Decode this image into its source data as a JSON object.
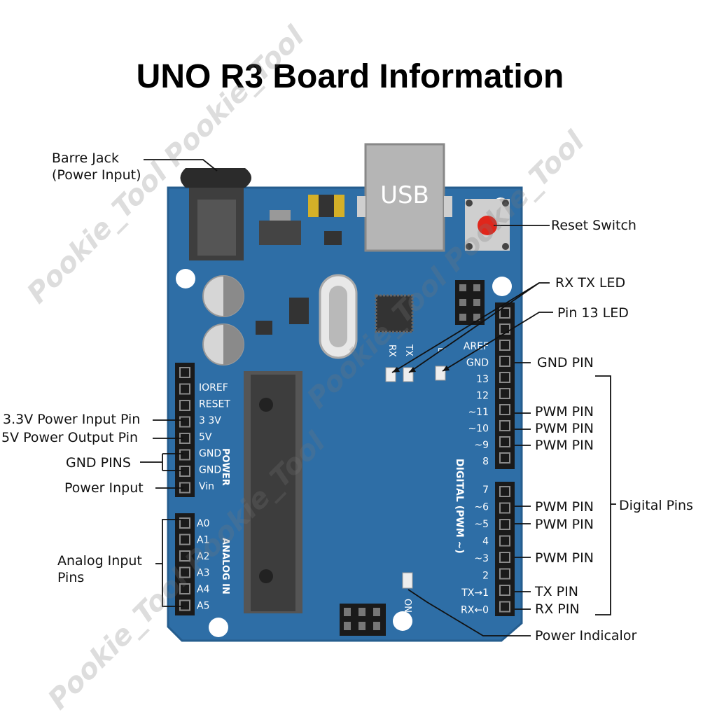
{
  "title": "UNO R3 Board Information",
  "colors": {
    "board": "#2e6ea6",
    "board_edge": "#255d8e",
    "header": "#1a1a1a",
    "chip": "#3d3d3d",
    "reset_button": "#e0261b"
  },
  "board_labels": {
    "usb": "USB",
    "rx": "RX",
    "tx": "TX",
    "l": "L",
    "on": "ON",
    "power": "POWER",
    "analog_in": "ANALOG IN",
    "digital": "DIGITAL (PWM ~)",
    "power_pins": [
      "IOREF",
      "RESET",
      "3 3V",
      "5V",
      "GND",
      "GND",
      "Vin"
    ],
    "analog_pins": [
      "A0",
      "A1",
      "A2",
      "A3",
      "A4",
      "A5"
    ],
    "digital_pins_top": [
      "AREF",
      "GND",
      "13",
      "12",
      "~11",
      "~10",
      "~9",
      "8"
    ],
    "digital_pins_bottom": [
      "7",
      "~6",
      "~5",
      "4",
      "~3",
      "2",
      "TX→1",
      "RX←0"
    ]
  },
  "callouts": {
    "barrel_jack": "Barre Jack\n(Power Input)",
    "reset_switch": "Reset Switch",
    "rx_tx_led": "RX TX LED",
    "pin13_led": "Pin 13 LED",
    "gnd_pin": "GND PIN",
    "pwm_11": "PWM PIN",
    "pwm_10": "PWM PIN",
    "pwm_9": "PWM PIN",
    "digital_pins": "Digital Pins",
    "pwm_6": "PWM PIN",
    "pwm_5": "PWM PIN",
    "pwm_3": "PWM PIN",
    "tx_pin": "TX PIN",
    "rx_pin": "RX PIN",
    "power_indicator": "Power Indicalor",
    "v33_pin": "3.3V Power Input Pin",
    "v5_pin": "5V Power Output Pin",
    "gnd_pins": "GND PINS",
    "power_input": "Power Input",
    "analog_input": "Analog Input\nPins"
  },
  "watermark": "Pookie_Tool Pookie_Tool"
}
